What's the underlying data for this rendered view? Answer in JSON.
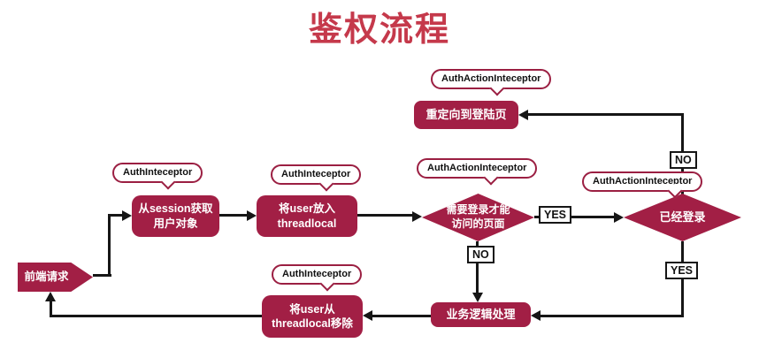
{
  "title": "鉴权流程",
  "colors": {
    "background": "#ffffff",
    "node_fill": "#A21F45",
    "title_text": "#C5394B",
    "callout_border": "#9B1F42",
    "connector_line": "#161616",
    "node_text": "#ffffff"
  },
  "nodes": {
    "frontend_request": {
      "label": "前端请求"
    },
    "get_user_from_session": {
      "label": "从session获取\n用户对象",
      "callout": "AuthInteceptor"
    },
    "put_user_threadlocal": {
      "label": "将user放入\nthreadlocal",
      "callout": "AuthInteceptor"
    },
    "needs_login_decision": {
      "label": "需要登录才能\n访问的页面",
      "callout": "AuthActionInteceptor"
    },
    "already_logged_in_decision": {
      "label": "已经登录",
      "callout": "AuthActionInteceptor"
    },
    "redirect_login_page": {
      "label": "重定向到登陆页",
      "callout": "AuthActionInteceptor"
    },
    "business_logic": {
      "label": "业务逻辑处理"
    },
    "remove_user_threadlocal": {
      "label": "将user从\nthreadlocal移除",
      "callout": "AuthInteceptor"
    }
  },
  "edges": {
    "needs_login_yes_label": "YES",
    "needs_login_no_label": "NO",
    "logged_in_no_label": "NO",
    "logged_in_yes_label": "YES"
  }
}
